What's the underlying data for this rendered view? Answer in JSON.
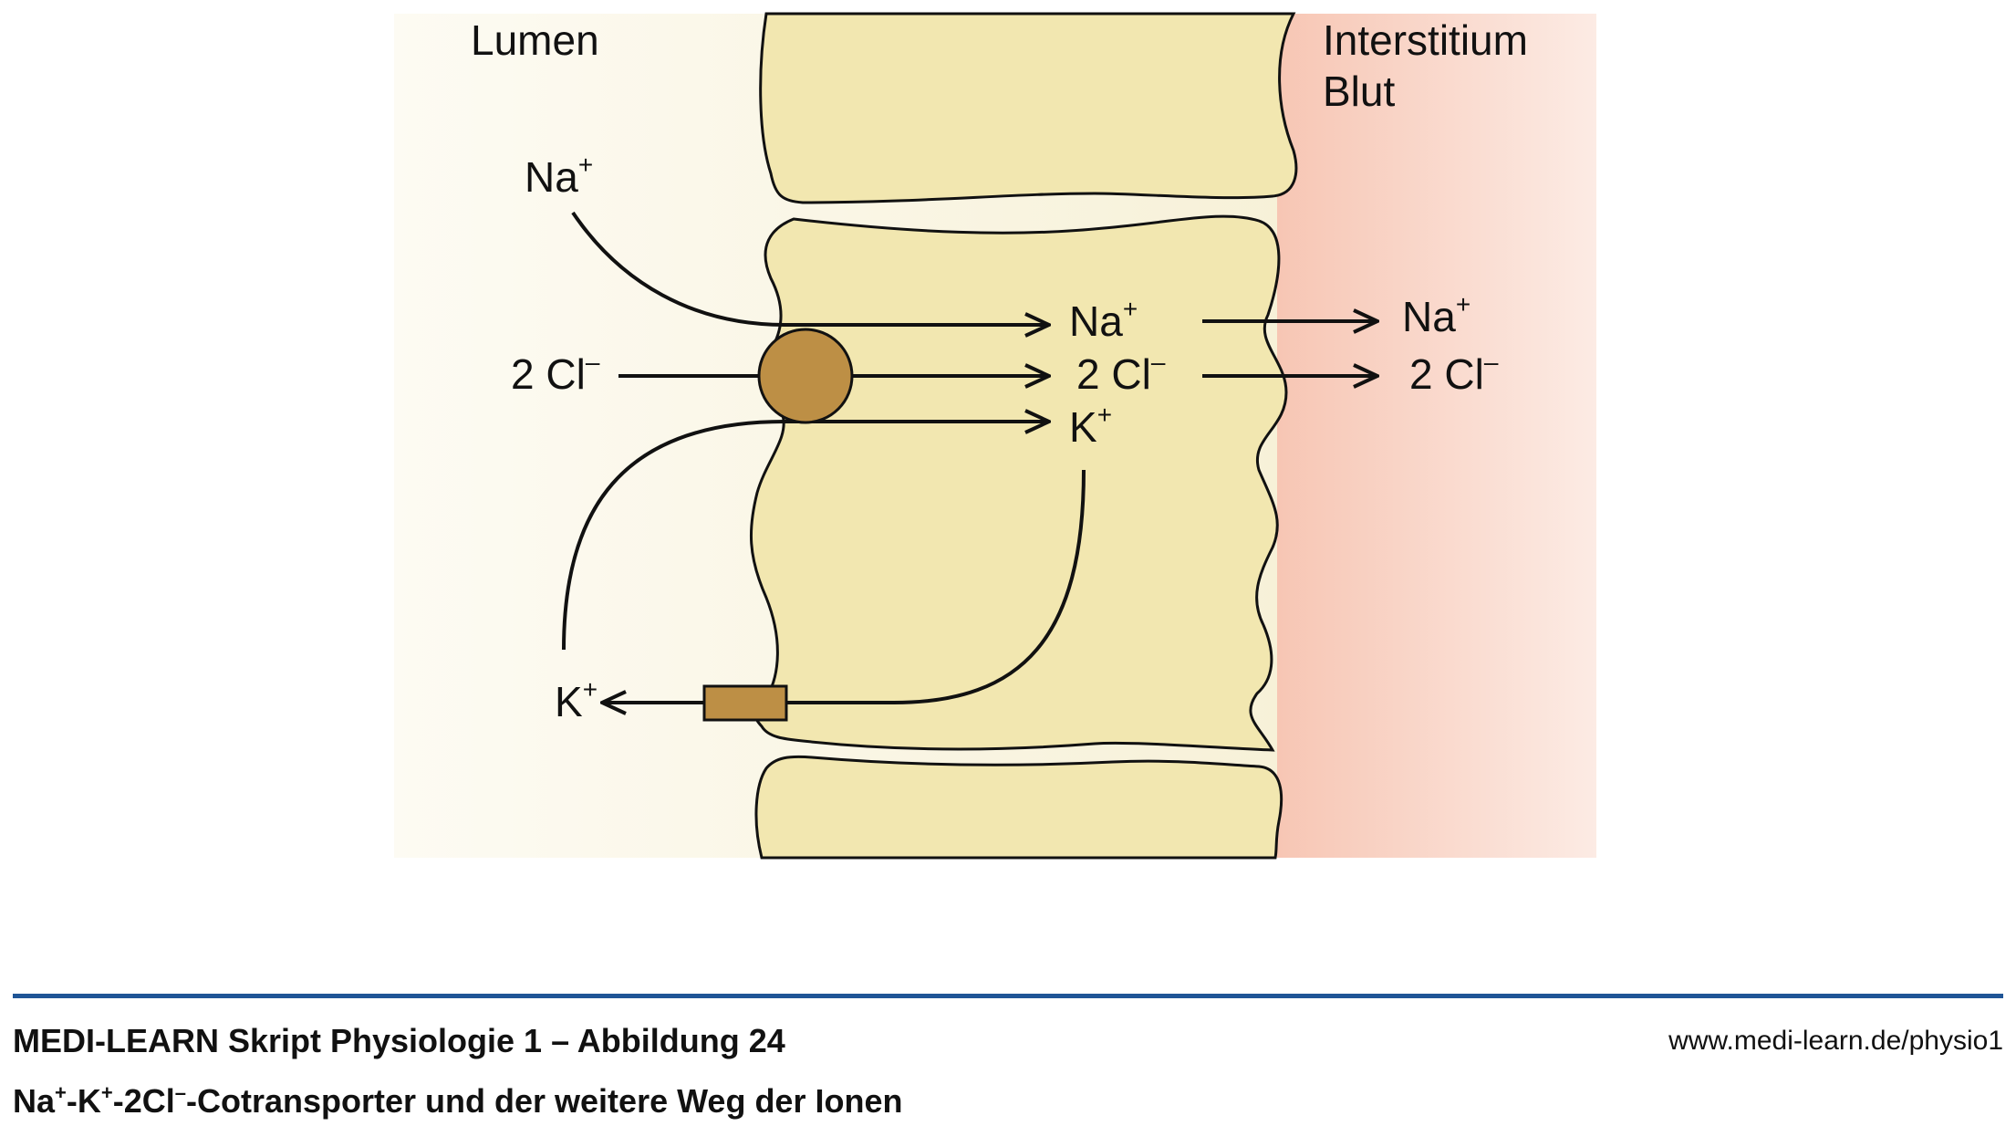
{
  "diagram": {
    "regions": {
      "lumen_label": "Lumen",
      "interstitium_label_line1": "Interstitium",
      "interstitium_label_line2": "Blut"
    },
    "ions": {
      "na_lumen": {
        "base": "Na",
        "charge": "+"
      },
      "cl_lumen": {
        "base": "2 Cl",
        "charge": "–"
      },
      "k_lumen": {
        "base": "K",
        "charge": "+"
      },
      "na_cell": {
        "base": "Na",
        "charge": "+"
      },
      "cl_cell": {
        "base": "2 Cl",
        "charge": "–"
      },
      "k_cell": {
        "base": "K",
        "charge": "+"
      },
      "na_blood": {
        "base": "Na",
        "charge": "+"
      },
      "cl_blood": {
        "base": "2 Cl",
        "charge": "–"
      }
    },
    "colors": {
      "lumen_bg": "#faf6e6",
      "interstitium_bg": "#f8cdbd",
      "cell_fill": "#f2e7b0",
      "cotransporter": "#bd8f45",
      "k_channel": "#bd8f45",
      "membrane_stroke": "#111111"
    }
  },
  "footer": {
    "title": "MEDI-LEARN Skript Physiologie 1 – Abbildung 24",
    "url": "www.medi-learn.de/physio1",
    "caption": {
      "na": "Na",
      "na_charge": "+",
      "k": "-K",
      "k_charge": "+",
      "cl": "-2Cl",
      "cl_charge": "–",
      "rest": "-Cotransporter und der weitere Weg der Ionen"
    },
    "rule_color": "#1f5596"
  }
}
